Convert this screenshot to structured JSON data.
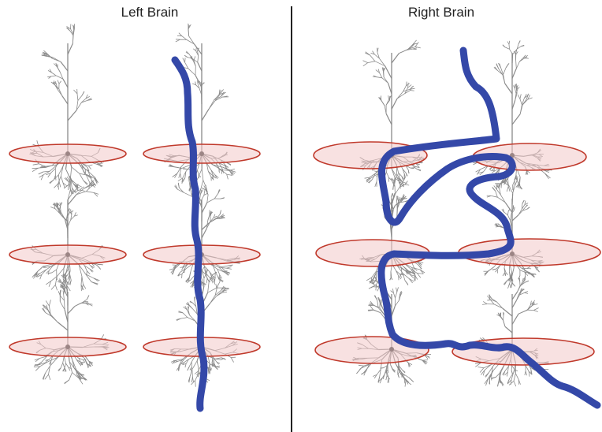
{
  "panels": {
    "left": {
      "title": "Left Brain"
    },
    "right": {
      "title": "Right Brain"
    }
  },
  "colors": {
    "background": "#ffffff",
    "divider": "#222222",
    "dendrite": "#8a8a8a",
    "layer_fill": "#f3c9c9",
    "layer_stroke": "#c0392b",
    "path": "#3448a8"
  },
  "icons": {
    "neuron": "neuron-icon",
    "layer": "cortical-layer-ellipse"
  }
}
